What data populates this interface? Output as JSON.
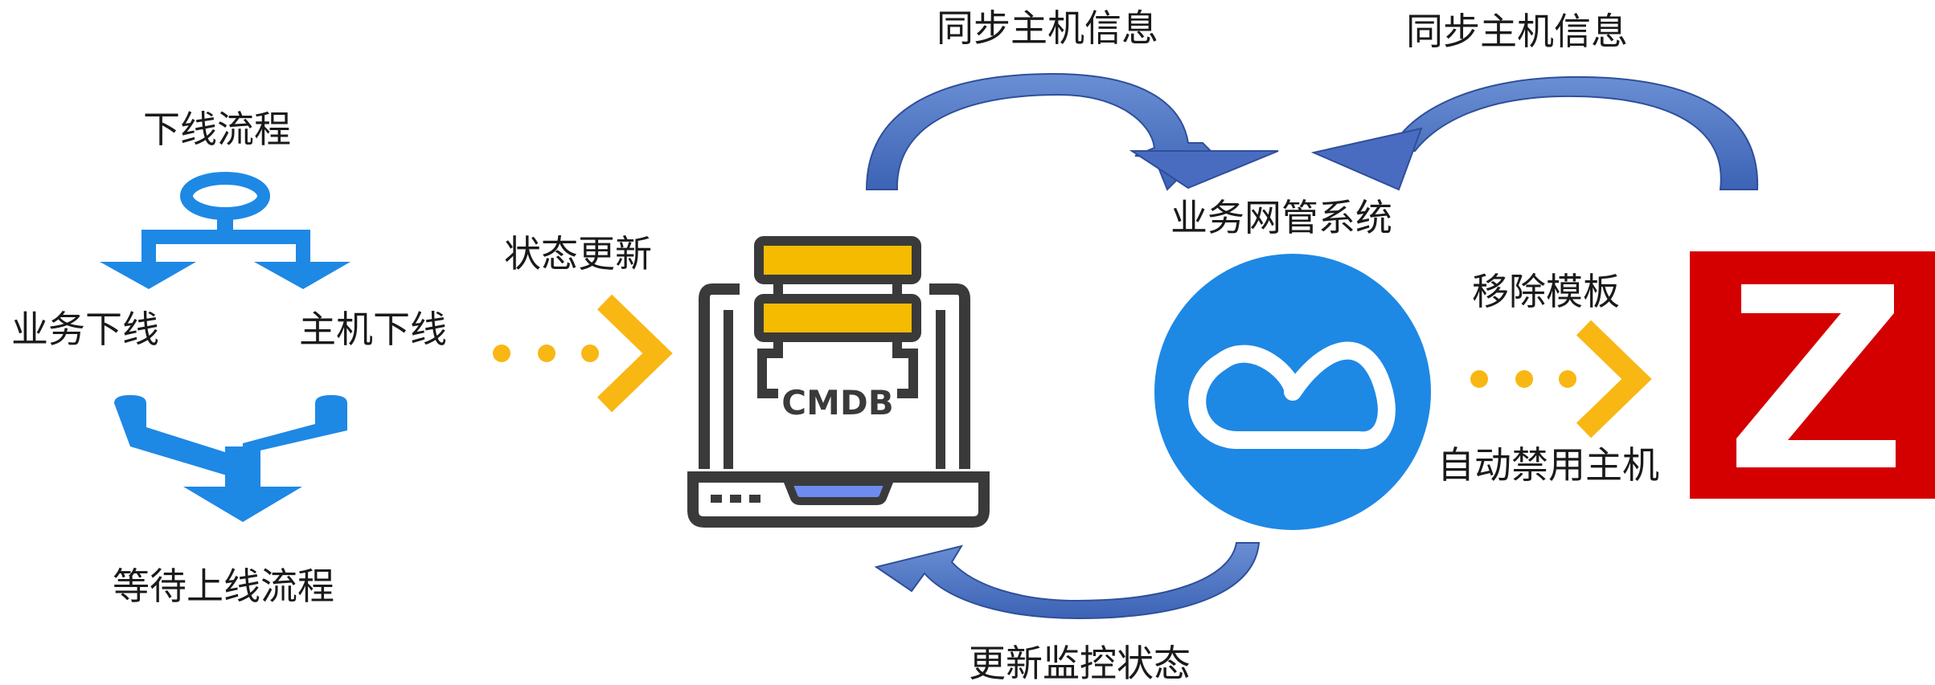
{
  "left_flow": {
    "title": "下线流程",
    "branch_left": "业务下线",
    "branch_right": "主机下线",
    "result": "等待上线流程"
  },
  "arrow_status_update": "状态更新",
  "cmdb": {
    "name": "CMDB"
  },
  "top_arrow_left": "同步主机信息",
  "top_arrow_right": "同步主机信息",
  "business_system": {
    "name": "业务网管系统"
  },
  "remove_template": "移除模板",
  "auto_disable": "自动禁用主机",
  "bottom_arrow": "更新监控状态",
  "zabbix": {
    "letter": "Z"
  },
  "colors": {
    "flow_blue": "#1e88e5",
    "arc_blue": "#4472c4",
    "dots_yellow": "#f9b714",
    "db_yellow": "#f5bb00",
    "cmdb_dark": "#3a3a3a",
    "circle_blue": "#1e88e5",
    "zabbix_red": "#d40000"
  }
}
